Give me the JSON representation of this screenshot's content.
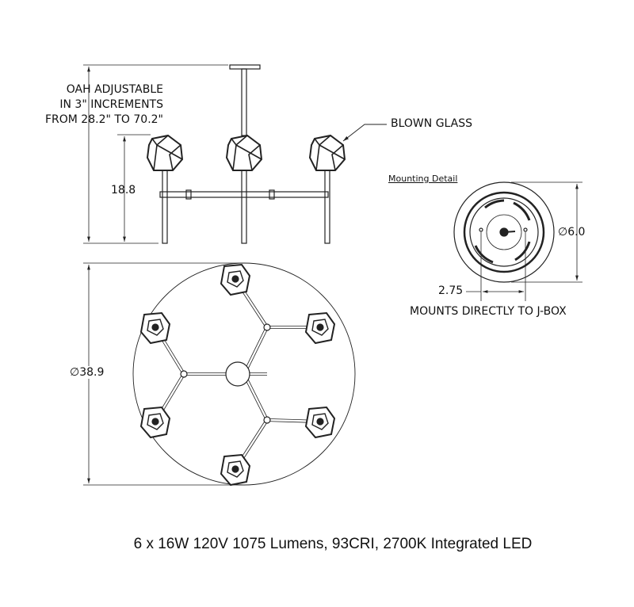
{
  "labels": {
    "oah_line1": "OAH ADJUSTABLE",
    "oah_line2": "IN 3\" INCREMENTS",
    "oah_line3": "FROM 28.2\" TO 70.2\"",
    "height": "18.8",
    "blown_glass": "BLOWN GLASS",
    "mounting_detail": "Mounting  Detail",
    "canopy_diameter": "∅6.0",
    "mount_spacing": "2.75",
    "mount_note": "MOUNTS DIRECTLY TO J-BOX",
    "overall_diameter": "∅38.9"
  },
  "footer": "6 x 16W 120V 1075 Lumens, 93CRI, 2700K Integrated LED",
  "colors": {
    "line": "#222222",
    "background": "#ffffff"
  }
}
